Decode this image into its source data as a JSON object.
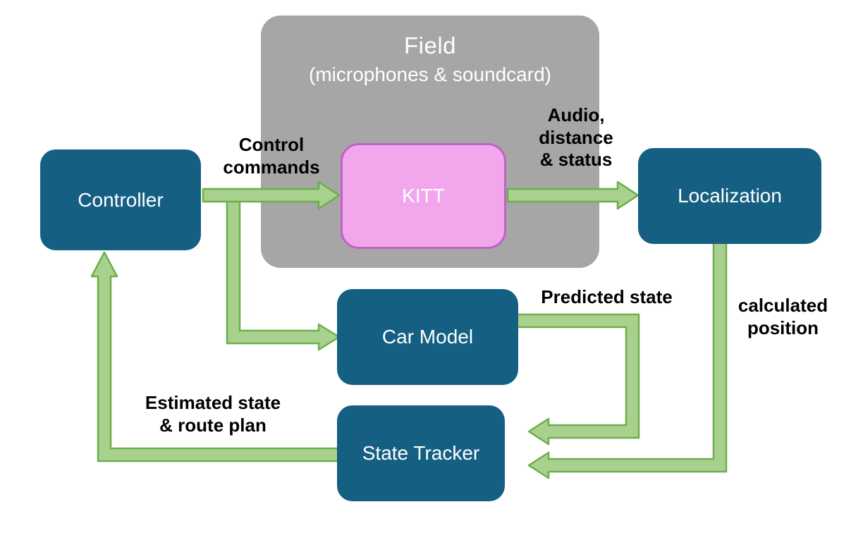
{
  "colors": {
    "node_fill": "#156082",
    "field_fill": "#a6a6a6",
    "kitt_fill": "#f2a6ec",
    "kitt_border": "#bf63c2",
    "arrow_fill": "#a9d18e",
    "arrow_stroke": "#6cae4c"
  },
  "diagram": {
    "nodes": {
      "field": {
        "title": "Field",
        "subtitle": "(microphones & soundcard)"
      },
      "kitt": {
        "label": "KITT"
      },
      "controller": {
        "label": "Controller"
      },
      "localization": {
        "label": "Localization"
      },
      "car_model": {
        "label": "Car Model"
      },
      "state_tracker": {
        "label": "State Tracker"
      }
    },
    "edges": {
      "control_commands": {
        "lines": [
          "Control",
          "commands"
        ]
      },
      "audio_distance_status": {
        "lines": [
          "Audio,",
          "distance",
          "& status"
        ]
      },
      "predicted_state": {
        "lines": [
          "Predicted state"
        ]
      },
      "calculated_position": {
        "lines": [
          "calculated",
          "position"
        ]
      },
      "estimated_state": {
        "lines": [
          "Estimated state",
          "& route plan"
        ]
      }
    }
  }
}
